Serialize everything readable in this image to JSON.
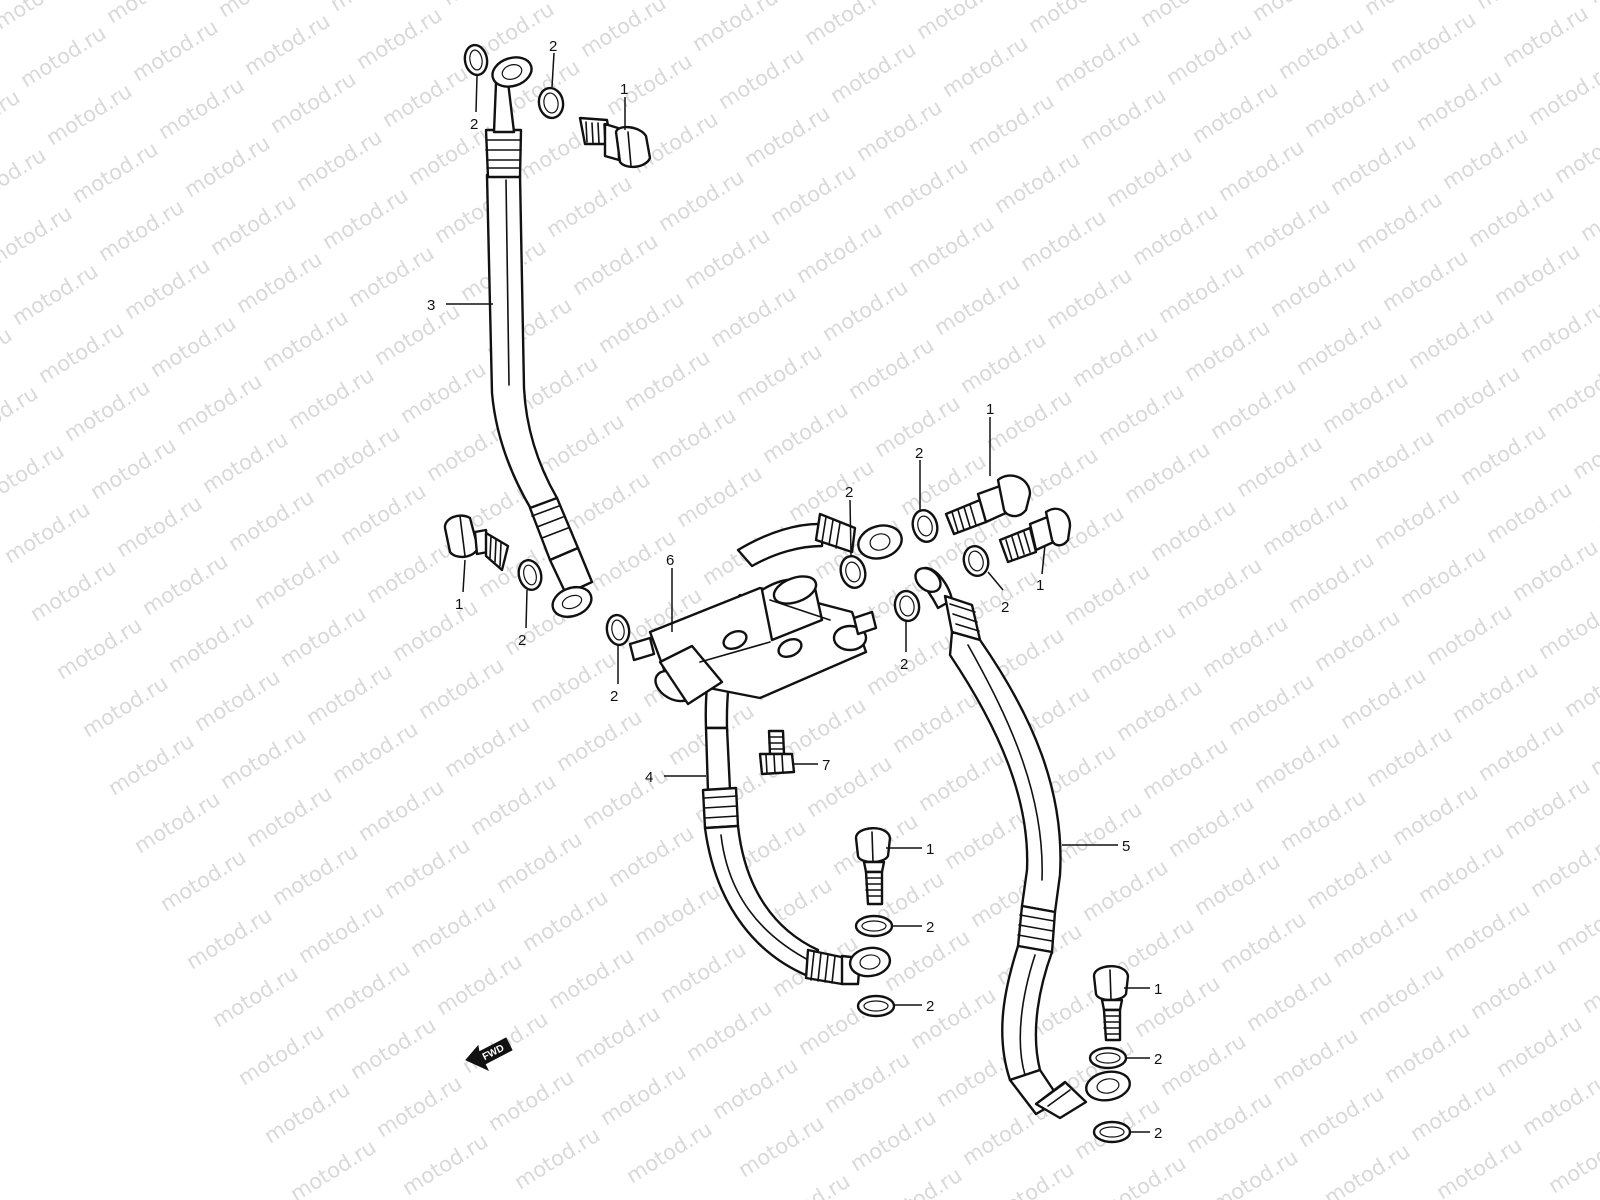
{
  "watermark": {
    "text": "motod.ru"
  },
  "direction_marker": {
    "label": "FWD"
  },
  "callouts": [
    {
      "id": "c1",
      "label": "2"
    },
    {
      "id": "c2",
      "label": "2"
    },
    {
      "id": "c3",
      "label": "1"
    },
    {
      "id": "c4",
      "label": "3"
    },
    {
      "id": "c5",
      "label": "1"
    },
    {
      "id": "c6",
      "label": "2"
    },
    {
      "id": "c7",
      "label": "6"
    },
    {
      "id": "c8",
      "label": "2"
    },
    {
      "id": "c9",
      "label": "1"
    },
    {
      "id": "c10",
      "label": "2"
    },
    {
      "id": "c11",
      "label": "2"
    },
    {
      "id": "c12",
      "label": "1"
    },
    {
      "id": "c13",
      "label": "2"
    },
    {
      "id": "c14",
      "label": "2"
    },
    {
      "id": "c15",
      "label": "4"
    },
    {
      "id": "c16",
      "label": "7"
    },
    {
      "id": "c17",
      "label": "1"
    },
    {
      "id": "c18",
      "label": "5"
    },
    {
      "id": "c19",
      "label": "2"
    },
    {
      "id": "c20",
      "label": "2"
    },
    {
      "id": "c21",
      "label": "1"
    },
    {
      "id": "c22",
      "label": "2"
    },
    {
      "id": "c23",
      "label": "2"
    }
  ]
}
